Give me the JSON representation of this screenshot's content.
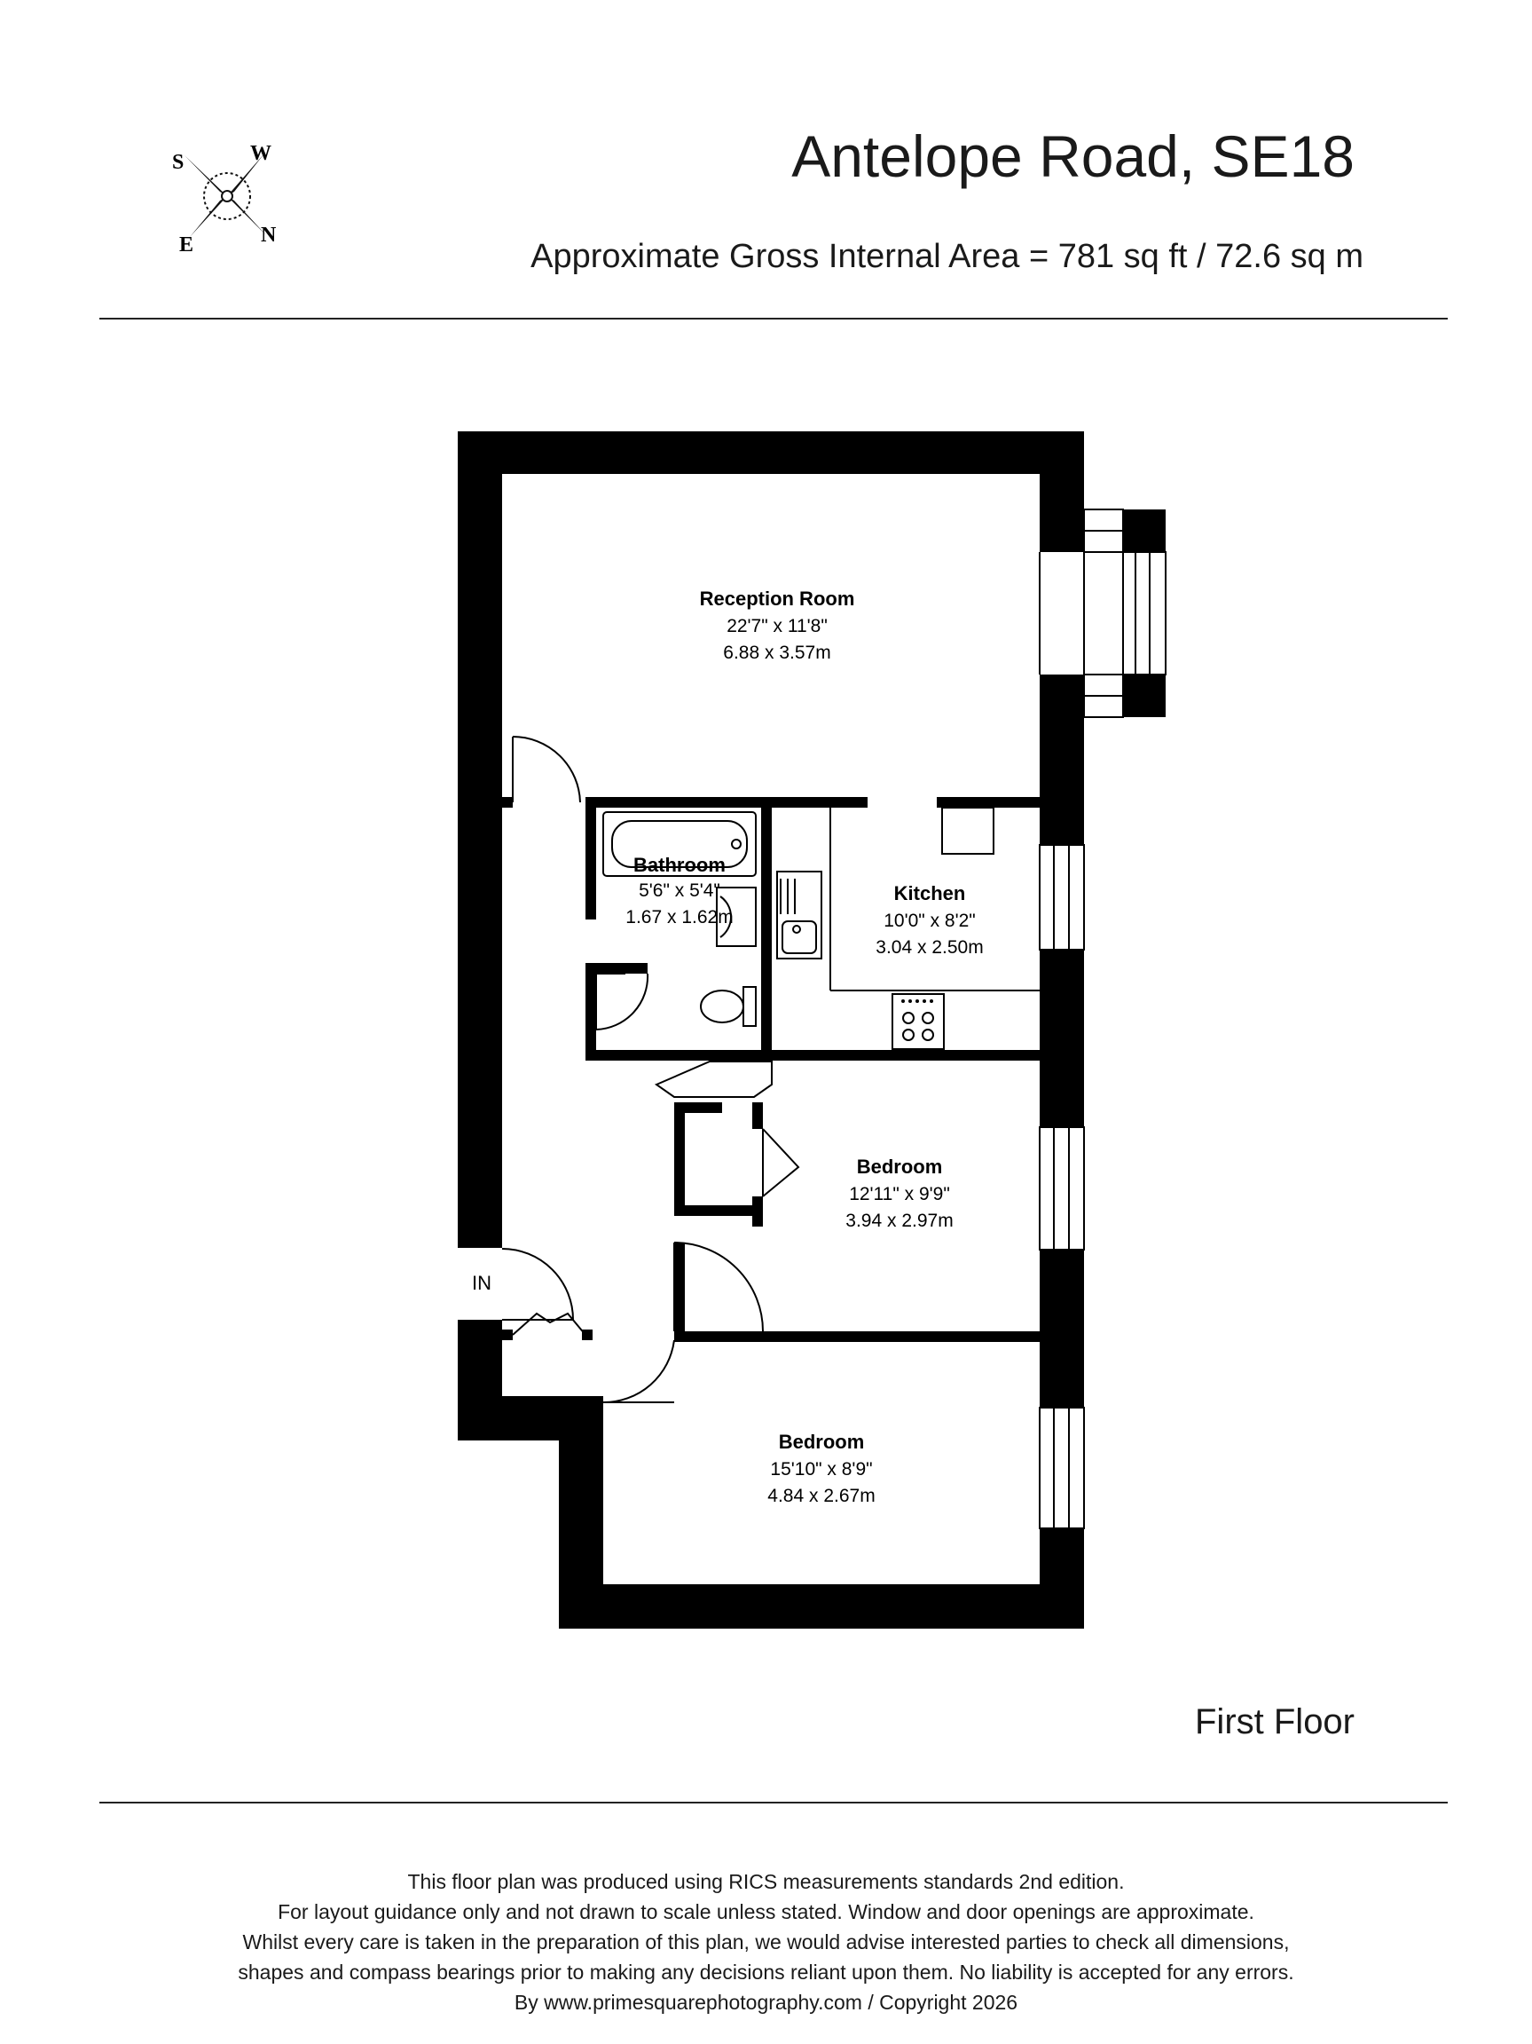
{
  "header": {
    "title": "Antelope Road, SE18",
    "subtitle": "Approximate Gross Internal Area = 781 sq ft / 72.6 sq m"
  },
  "compass": {
    "n": "N",
    "s": "S",
    "e": "E",
    "w": "W"
  },
  "rooms": {
    "reception": {
      "name": "Reception Room",
      "imperial": "22'7\" x 11'8\"",
      "metric": "6.88 x 3.57m"
    },
    "bathroom": {
      "name": "Bathroom",
      "imperial": "5'6\" x 5'4\"",
      "metric": "1.67 x 1.62m"
    },
    "kitchen": {
      "name": "Kitchen",
      "imperial": "10'0\" x 8'2\"",
      "metric": "3.04 x 2.50m"
    },
    "bedroom1": {
      "name": "Bedroom",
      "imperial": "12'11\" x 9'9\"",
      "metric": "3.94 x 2.97m"
    },
    "bedroom2": {
      "name": "Bedroom",
      "imperial": "15'10\" x 8'9\"",
      "metric": "4.84 x 2.67m"
    }
  },
  "entrance_label": "IN",
  "floor_label": "First Floor",
  "footer": {
    "lines": [
      "This floor plan was produced using RICS measurements standards 2nd edition.",
      "For layout guidance only and not drawn to scale unless stated. Window and door openings are approximate.",
      "Whilst every care is taken in the preparation of this plan, we would advise interested parties to check all dimensions,",
      "shapes and compass bearings prior to making any decisions reliant upon them. No liability is accepted for any errors.",
      "By www.primesquarephotography.com / Copyright 2026"
    ]
  }
}
